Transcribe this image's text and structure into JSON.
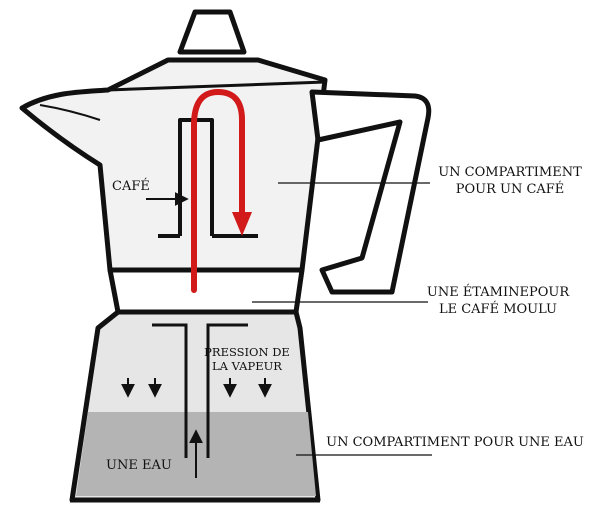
{
  "labels": {
    "cafe": "CAFÉ",
    "coffee_compartment_line1": "UN COMPARTIMENT",
    "coffee_compartment_line2": "POUR UN CAFÉ",
    "filter_line1": "UNE ÉTAMINEPOUR",
    "filter_line2": "LE CAFÉ MOULU",
    "steam_line1": "PRESSION DE",
    "steam_line2": "LA VAPEUR",
    "water_compartment": "UN COMPARTIMENT POUR UNE EAU",
    "water": "UNE EAU"
  },
  "colors": {
    "outline": "#111111",
    "flow_arrow": "#d21a1a",
    "water_fill": "#b4b4b4",
    "lower_body": "#e6e6e6",
    "upper_body": "#f2f2f2"
  }
}
